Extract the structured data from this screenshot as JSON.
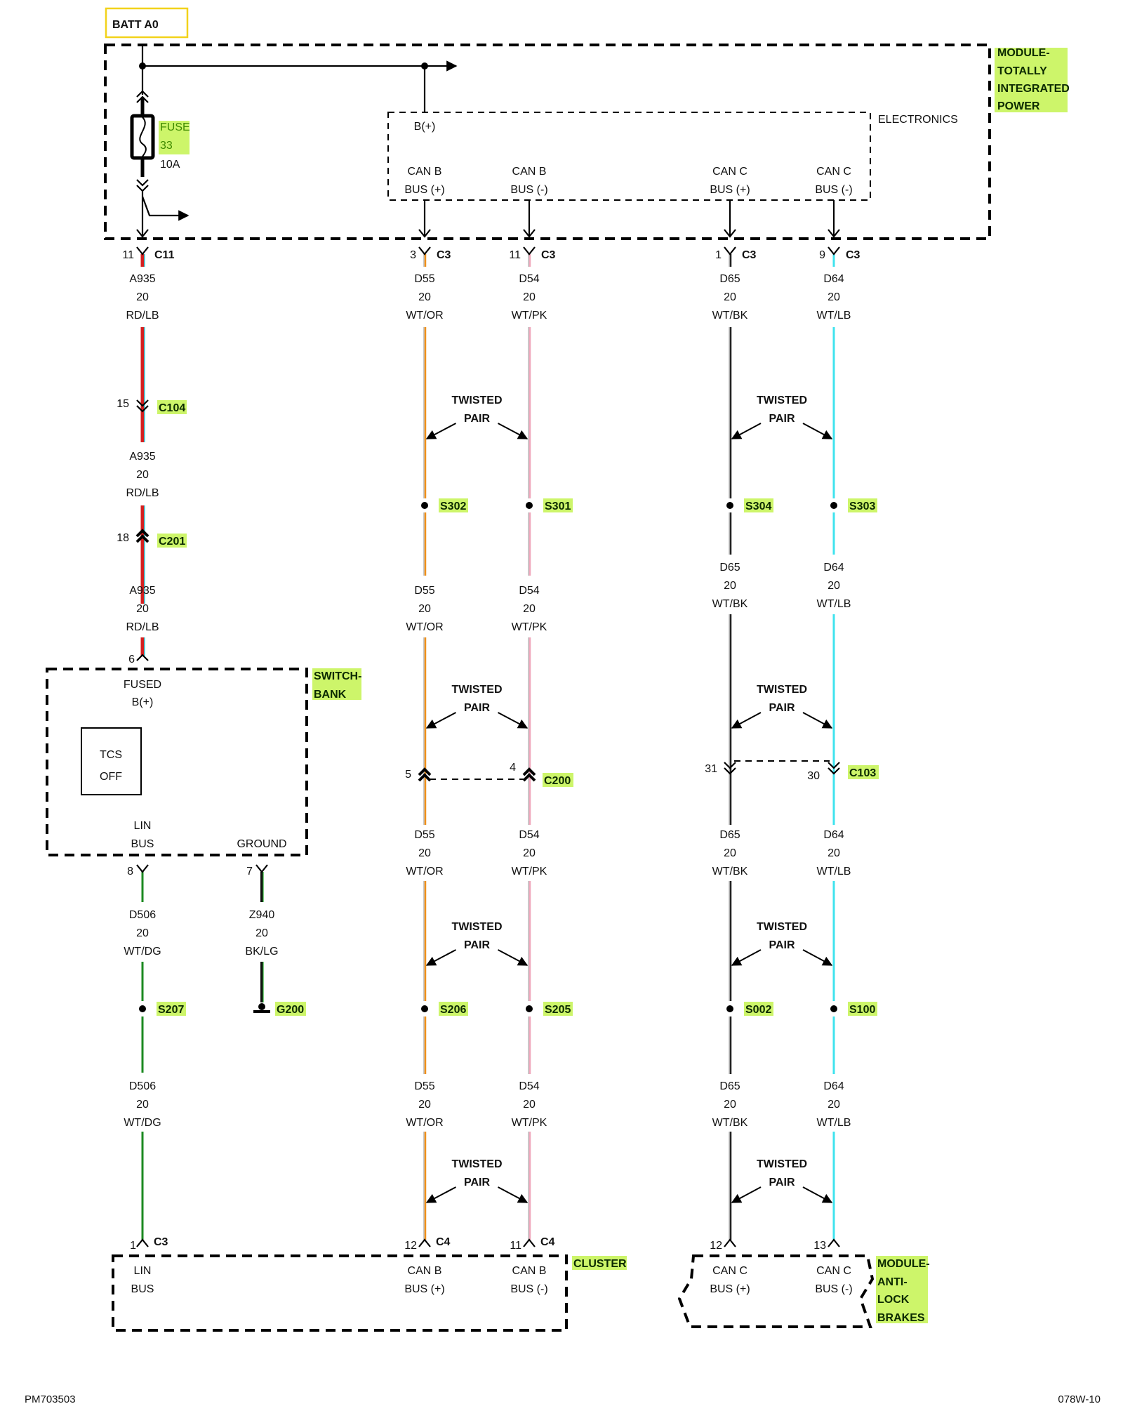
{
  "colors": {
    "highlight": "#cdf56a",
    "batt_box_border": "#f2d21b",
    "wire_RD/LB": "#d42020",
    "wire_RD/LB_stripe": "#33dce8",
    "wire_WT/OR": "#f0901a",
    "wire_WT/PK": "#f0a8bc",
    "wire_WT/BK": "#222222",
    "wire_WT/LB": "#3fe3ee",
    "wire_WT/DG": "#1c8a22",
    "wire_BK/LG": "#111111"
  },
  "batt": {
    "label": "BATT A0"
  },
  "modules": {
    "tipm": {
      "lines": [
        "MODULE-",
        "TOTALLY",
        "INTEGRATED",
        "POWER"
      ]
    },
    "electronics": {
      "label": "ELECTRONICS",
      "bplus": "B(+)",
      "pins": [
        {
          "l1": "CAN B",
          "l2": "BUS (+)"
        },
        {
          "l1": "CAN B",
          "l2": "BUS (-)"
        },
        {
          "l1": "CAN C",
          "l2": "BUS (+)"
        },
        {
          "l1": "CAN C",
          "l2": "BUS (-)"
        }
      ]
    },
    "switch_bank": {
      "lines": [
        "SWITCH-",
        "BANK"
      ],
      "fused": "FUSED",
      "bplus": "B(+)",
      "tcs1": "TCS",
      "tcs2": "OFF",
      "lin1": "LIN",
      "lin2": "BUS",
      "ground": "GROUND"
    },
    "cluster": {
      "label": "CLUSTER",
      "lin1": "LIN",
      "lin2": "BUS",
      "canp1": "CAN B",
      "canp2": "BUS (+)",
      "canm1": "CAN B",
      "canm2": "BUS (-)"
    },
    "abs": {
      "lines": [
        "MODULE-",
        "ANTI-",
        "LOCK",
        "BRAKES"
      ],
      "canp1": "CAN C",
      "canp2": "BUS (+)",
      "canm1": "CAN C",
      "canm2": "BUS (-)"
    }
  },
  "fuse": {
    "name": "FUSE",
    "number": "33",
    "rating": "10A"
  },
  "connectors": {
    "c11": {
      "pin": "11",
      "name": "C11"
    },
    "c3_d55": {
      "pin": "3",
      "name": "C3"
    },
    "c3_d54": {
      "pin": "11",
      "name": "C3"
    },
    "c3_d65": {
      "pin": "1",
      "name": "C3"
    },
    "c3_d64": {
      "pin": "9",
      "name": "C3"
    },
    "c104": {
      "pin": "15",
      "name": "C104"
    },
    "c201": {
      "pin": "18",
      "name": "C201"
    },
    "sw_bplus": {
      "pin": "6"
    },
    "sw_lin": {
      "pin": "8"
    },
    "sw_gnd": {
      "pin": "7"
    },
    "c200_d55": {
      "pin": "5"
    },
    "c200_d54": {
      "pin": "4",
      "name": "C200"
    },
    "c103_d65": {
      "pin": "31"
    },
    "c103_d64": {
      "pin": "30",
      "name": "C103"
    },
    "cl_lin": {
      "pin": "1",
      "name": "C3"
    },
    "cl_canp": {
      "pin": "12",
      "name": "C4"
    },
    "cl_canm": {
      "pin": "11",
      "name": "C4"
    },
    "abs_canp": {
      "pin": "12"
    },
    "abs_canm": {
      "pin": "13"
    }
  },
  "wires": {
    "a935": {
      "circuit": "A935",
      "gauge": "20",
      "color": "RD/LB"
    },
    "d55": {
      "circuit": "D55",
      "gauge": "20",
      "color": "WT/OR"
    },
    "d54": {
      "circuit": "D54",
      "gauge": "20",
      "color": "WT/PK"
    },
    "d65": {
      "circuit": "D65",
      "gauge": "20",
      "color": "WT/BK"
    },
    "d64": {
      "circuit": "D64",
      "gauge": "20",
      "color": "WT/LB"
    },
    "d506": {
      "circuit": "D506",
      "gauge": "20",
      "color": "WT/DG"
    },
    "z940": {
      "circuit": "Z940",
      "gauge": "20",
      "color": "BK/LG"
    }
  },
  "splices": {
    "s302": "S302",
    "s301": "S301",
    "s304": "S304",
    "s303": "S303",
    "s207": "S207",
    "s206": "S206",
    "s205": "S205",
    "s002": "S002",
    "s100": "S100"
  },
  "grounds": {
    "g200": "G200"
  },
  "twisted_pair": {
    "l1": "TWISTED",
    "l2": "PAIR"
  },
  "footer": {
    "left": "PM703503",
    "right": "078W-10"
  }
}
